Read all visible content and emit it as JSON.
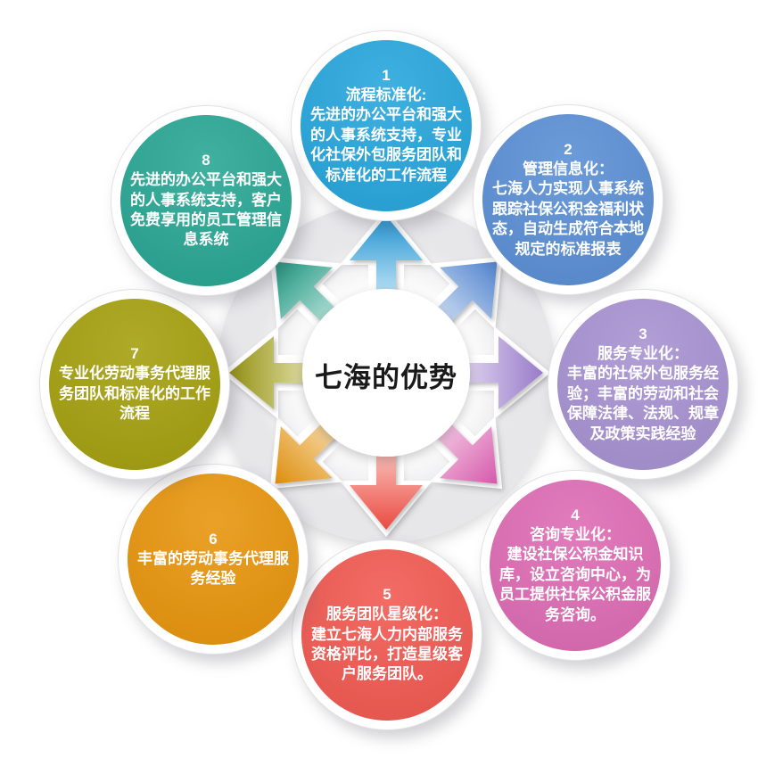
{
  "center": {
    "title": "七海的优势"
  },
  "colors": {
    "background": "#FFFFFF",
    "hub": "#E7E6E9",
    "wedge": "#FFFFFF",
    "center_circle": "#FFFFFF",
    "center_text": "#1A1A1A",
    "text_on_circle": "#FFFFFF"
  },
  "circles": [
    {
      "num": "1",
      "title": "流程标准化:",
      "body": "先进的办公平台和强大的人事系统支持，专业化社保外包服务团队和标准化的工作流程",
      "color": "#29A7DD",
      "arrow_from": "#D9F1FB",
      "arrow_to": "#1B90D0"
    },
    {
      "num": "2",
      "title": "管理信息化：",
      "body": "七海人力实现人事系统跟踪社保公积金福利状态，自动生成符合本地规定的标准报表",
      "color": "#5C90D5",
      "arrow_from": "#DEE9F8",
      "arrow_to": "#4B7FCB"
    },
    {
      "num": "3",
      "title": "服务专业化：",
      "body": "丰富的社保外包服务经验；丰富的劳动和社会保障法律、法规、规章及政策实践经验",
      "color": "#A893D2",
      "arrow_from": "#ECE4F7",
      "arrow_to": "#9577C7"
    },
    {
      "num": "4",
      "title": "咨询专业化：",
      "body": "建设社保公积金知识库，设立咨询中心，为员工提供社保公积金服务咨询。",
      "color": "#DE6DB5",
      "arrow_from": "#F9DCEE",
      "arrow_to": "#D454A8"
    },
    {
      "num": "5",
      "title": "服务团队星级化：",
      "body": "建立七海人力内部服务资格评比，打造星级客户服务团队。",
      "color": "#F15B53",
      "arrow_from": "#FDD9D5",
      "arrow_to": "#E9453B"
    },
    {
      "num": "6",
      "title": "",
      "body": "丰富的劳动事务代理服务经验",
      "color": "#E8960F",
      "arrow_from": "#FAE6C0",
      "arrow_to": "#DD8A05"
    },
    {
      "num": "7",
      "title": "",
      "body": "专业化劳动事务代理服务团队和标准化的工作流程",
      "color": "#A5A111",
      "arrow_from": "#EFEEC2",
      "arrow_to": "#8F8C0A"
    },
    {
      "num": "8",
      "title": "",
      "body": "先进的办公平台和强大的人事系统支持，客户免费享用的员工管理信息系统",
      "color": "#2BA795",
      "arrow_from": "#CDEDE6",
      "arrow_to": "#149078"
    }
  ]
}
